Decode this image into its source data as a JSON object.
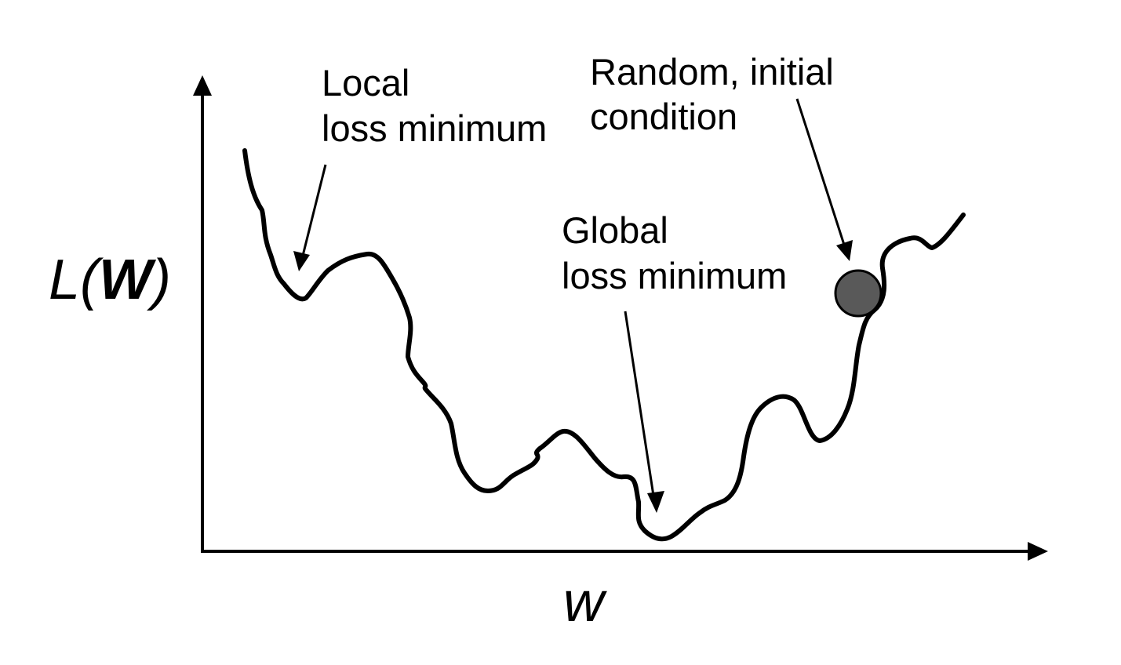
{
  "annotations": {
    "local_min": {
      "line1": "Local",
      "line2": "loss minimum"
    },
    "global_min": {
      "line1": "Global",
      "line2": "loss minimum"
    },
    "initial": {
      "line1": "Random, initial",
      "line2": "condition"
    }
  },
  "axes": {
    "y_label": {
      "prefix": "L(",
      "bold": "W",
      "suffix": ")"
    },
    "x_label": "w"
  },
  "colors": {
    "stroke": "#000000",
    "ball_fill": "#595959",
    "background": "#ffffff"
  }
}
